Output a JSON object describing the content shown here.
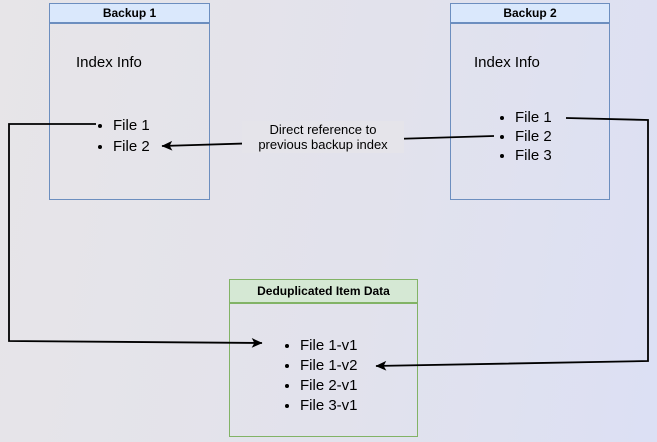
{
  "backup1": {
    "title": "Backup 1",
    "subtitle": "Index Info",
    "items": [
      "File 1",
      "File 2"
    ]
  },
  "backup2": {
    "title": "Backup 2",
    "subtitle": "Index Info",
    "items": [
      "File 1",
      "File 2",
      "File 3"
    ]
  },
  "dedup": {
    "title": "Deduplicated Item Data",
    "items": [
      "File 1-v1",
      "File 1-v2",
      "File 2-v1",
      "File 3-v1"
    ]
  },
  "edge_label": {
    "line1": "Direct reference to",
    "line2": "previous backup index"
  },
  "colors": {
    "blue-header-fill": "#dae8fc",
    "blue-border": "#6c8ebf",
    "green-header-fill": "#d5e8d4",
    "green-border": "#82b366",
    "arrow": "#000000",
    "text": "#000000",
    "bg-left": "#e7e5e8",
    "bg-right": "#dce0f4",
    "label-bg": "#e5e4ea"
  }
}
